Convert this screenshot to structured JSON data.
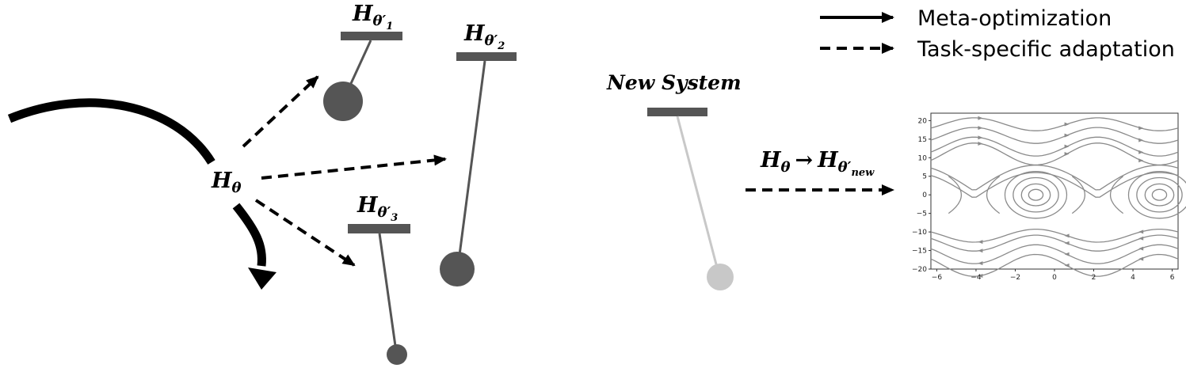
{
  "legend": {
    "solid_label": "Meta-optimization",
    "dashed_label": "Task-specific adaptation"
  },
  "labels": {
    "h_theta": "θ",
    "h1_sub": "θ′",
    "h1_idx": "1",
    "h2_sub": "θ′",
    "h2_idx": "2",
    "h3_sub": "θ′",
    "h3_idx": "3",
    "new_system": "New System",
    "map_arrow": "→",
    "new_sub": "θ′",
    "new_idx": "new",
    "H": "H"
  },
  "chart_data": {
    "type": "streamplot",
    "x_ticks": [
      "−6",
      "−4",
      "−2",
      "0",
      "2",
      "4",
      "6"
    ],
    "y_ticks": [
      "20",
      "15",
      "10",
      "5",
      "0",
      "−5",
      "−10",
      "−15",
      "−20"
    ],
    "xlim": [
      -6.3,
      6.3
    ],
    "ylim": [
      -20,
      22
    ],
    "centers_x": [
      -0.95,
      5.35
    ],
    "saddles_x": [
      -4.1,
      2.2
    ]
  },
  "colors": {
    "pendulum_dark": "#555555",
    "pendulum_light": "#c8c8c8",
    "stream": "#8a8a8a"
  }
}
